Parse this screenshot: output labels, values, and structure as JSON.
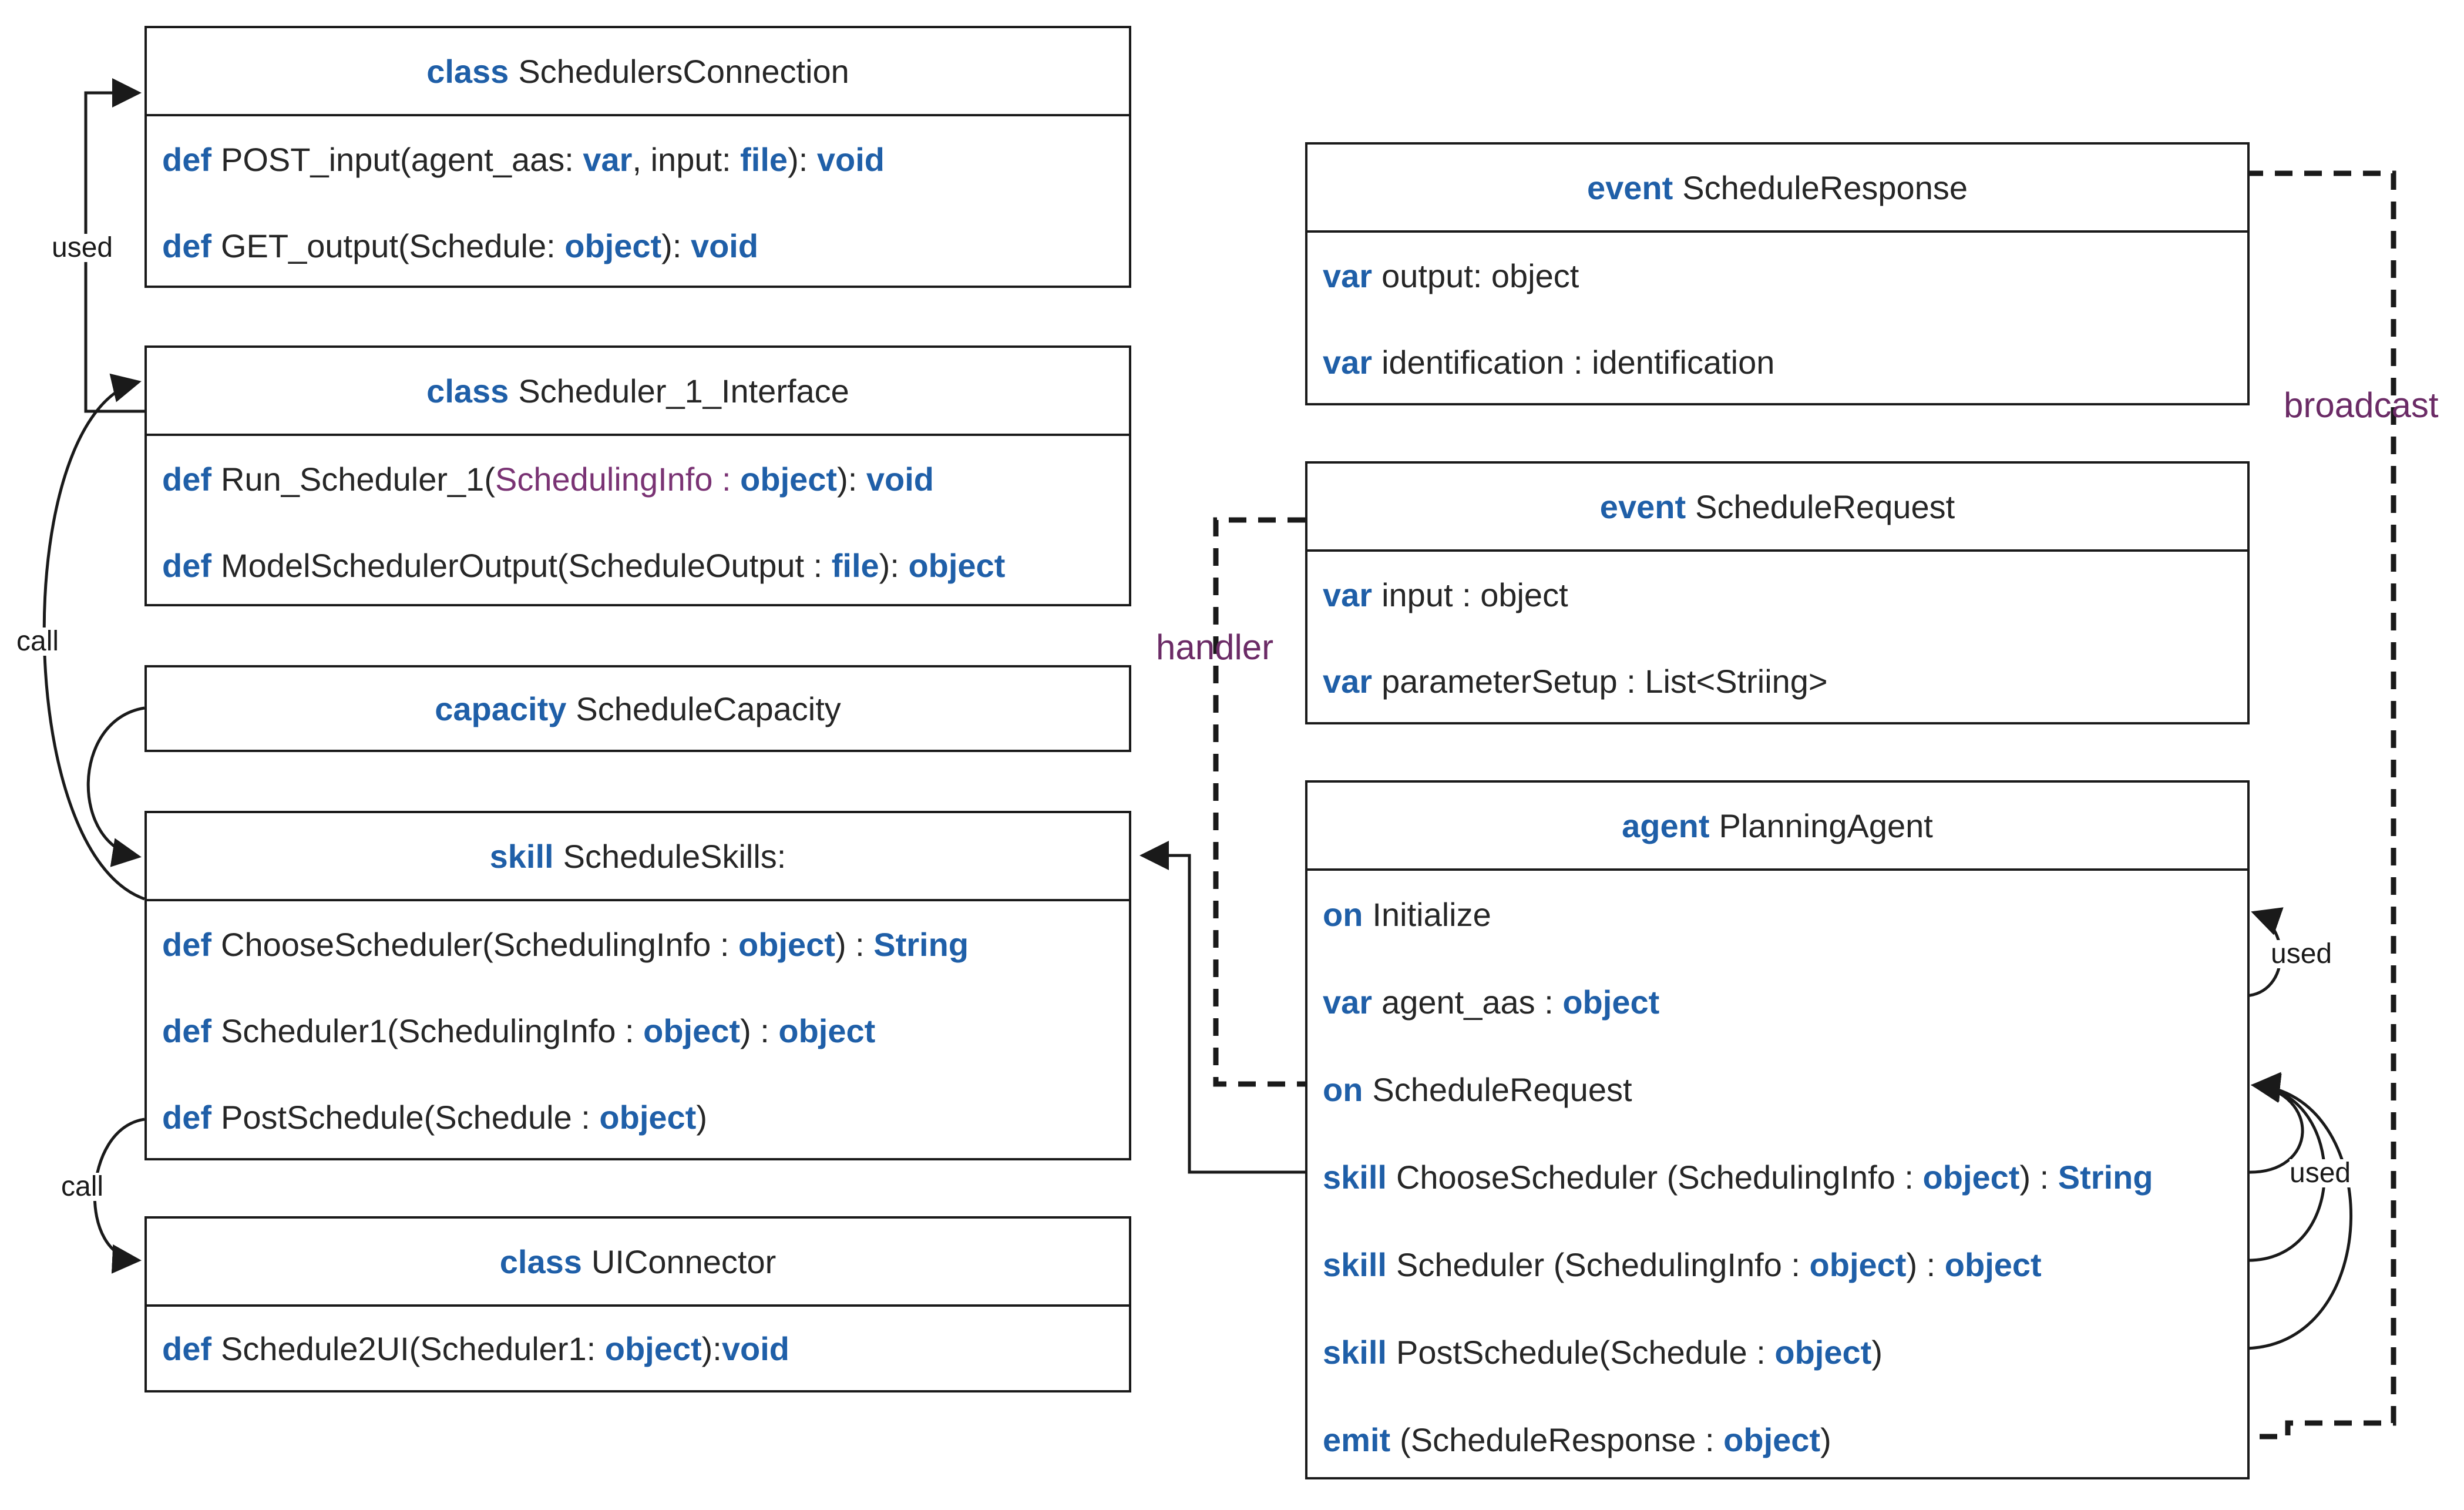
{
  "colors": {
    "keyword": "#1f5fa8",
    "text": "#262626",
    "param": "#7a3374",
    "edge_label": "#6b2b66",
    "line": "#1a1a1a"
  },
  "left": {
    "schedulers_connection": {
      "kw": "class",
      "name": "SchedulersConnection",
      "rows": [
        [
          {
            "t": "def",
            "k": 1
          },
          {
            "t": "POST_input(agent_aas: "
          },
          {
            "t": "var",
            "k": 1
          },
          {
            "t": ", input: "
          },
          {
            "t": "file",
            "k": 1
          },
          {
            "t": "): "
          },
          {
            "t": "void",
            "k": 1
          }
        ],
        [
          {
            "t": "def",
            "k": 1
          },
          {
            "t": "GET_output(Schedule: "
          },
          {
            "t": "object",
            "k": 1
          },
          {
            "t": "): "
          },
          {
            "t": "void",
            "k": 1
          }
        ]
      ]
    },
    "scheduler_interface": {
      "kw": "class",
      "name": "Scheduler_1_Interface",
      "rows": [
        [
          {
            "t": "def",
            "k": 1
          },
          {
            "t": "Run_Scheduler_1("
          },
          {
            "t": "SchedulingInfo : ",
            "p": 1
          },
          {
            "t": "object",
            "k": 1
          },
          {
            "t": "): "
          },
          {
            "t": "void",
            "k": 1
          }
        ],
        [
          {
            "t": "def",
            "k": 1
          },
          {
            "t": "ModelSchedulerOutput(ScheduleOutput : "
          },
          {
            "t": "file",
            "k": 1
          },
          {
            "t": "): "
          },
          {
            "t": "object",
            "k": 1
          }
        ]
      ]
    },
    "schedule_capacity": {
      "kw": "capacity",
      "name": "ScheduleCapacity",
      "rows": []
    },
    "schedule_skills": {
      "kw": "skill",
      "name": "ScheduleSkills:",
      "rows": [
        [
          {
            "t": "def",
            "k": 1
          },
          {
            "t": "ChooseScheduler(SchedulingInfo : "
          },
          {
            "t": "object",
            "k": 1
          },
          {
            "t": ") : "
          },
          {
            "t": "String",
            "k": 1
          }
        ],
        [
          {
            "t": "def",
            "k": 1
          },
          {
            "t": "Scheduler1(SchedulingInfo : "
          },
          {
            "t": "object",
            "k": 1
          },
          {
            "t": ") : "
          },
          {
            "t": "object",
            "k": 1
          }
        ],
        [
          {
            "t": "def",
            "k": 1
          },
          {
            "t": "PostSchedule(Schedule : "
          },
          {
            "t": "object",
            "k": 1
          },
          {
            "t": ")"
          }
        ]
      ]
    },
    "ui_connector": {
      "kw": "class",
      "name": "UIConnector",
      "rows": [
        [
          {
            "t": "def",
            "k": 1
          },
          {
            "t": "Schedule2UI(Scheduler1: "
          },
          {
            "t": "object",
            "k": 1
          },
          {
            "t": "):"
          },
          {
            "t": "void",
            "k": 1
          }
        ]
      ]
    }
  },
  "right": {
    "schedule_response": {
      "kw": "event",
      "name": "ScheduleResponse",
      "rows": [
        [
          {
            "t": "var",
            "k": 1
          },
          {
            "t": "output: object"
          }
        ],
        [
          {
            "t": "var",
            "k": 1
          },
          {
            "t": "identification : identification"
          }
        ]
      ]
    },
    "schedule_request": {
      "kw": "event",
      "name": "ScheduleRequest",
      "rows": [
        [
          {
            "t": "var",
            "k": 1
          },
          {
            "t": "input : object"
          }
        ],
        [
          {
            "t": "var",
            "k": 1
          },
          {
            "t": "parameterSetup : List<Striing>"
          }
        ]
      ]
    },
    "planning_agent": {
      "kw": "agent",
      "name": "PlanningAgent",
      "rows": [
        [
          {
            "t": "on",
            "k": 1
          },
          {
            "t": "Initialize"
          }
        ],
        [
          {
            "t": "var",
            "k": 1
          },
          {
            "t": "agent_aas : "
          },
          {
            "t": "object",
            "k": 1
          }
        ],
        [
          {
            "t": "on",
            "k": 1
          },
          {
            "t": "ScheduleRequest"
          }
        ],
        [
          {
            "t": "skill",
            "k": 1
          },
          {
            "t": "ChooseScheduler (SchedulingInfo : "
          },
          {
            "t": "object",
            "k": 1
          },
          {
            "t": ") : "
          },
          {
            "t": "String",
            "k": 1
          }
        ],
        [
          {
            "t": "skill",
            "k": 1
          },
          {
            "t": "Scheduler (SchedulingInfo : "
          },
          {
            "t": "object",
            "k": 1
          },
          {
            "t": ") : "
          },
          {
            "t": "object",
            "k": 1
          }
        ],
        [
          {
            "t": "skill",
            "k": 1
          },
          {
            "t": "PostSchedule(Schedule : "
          },
          {
            "t": "object",
            "k": 1
          },
          {
            "t": ")"
          }
        ],
        [
          {
            "t": "emit",
            "k": 1
          },
          {
            "t": "(ScheduleResponse : "
          },
          {
            "t": "object",
            "k": 1
          },
          {
            "t": ")"
          }
        ]
      ]
    }
  },
  "edge_labels": {
    "used_top": "used",
    "call_left": "call",
    "call_bottom": "call",
    "used_init": "used",
    "used_skills": "used",
    "handler": "handler",
    "broadcast": "broadcast"
  }
}
